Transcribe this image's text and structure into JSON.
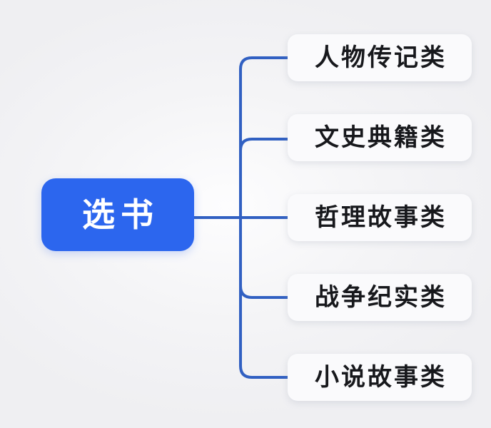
{
  "root": {
    "label": "选书"
  },
  "branches": [
    {
      "label": "人物传记类"
    },
    {
      "label": "文史典籍类"
    },
    {
      "label": "哲理故事类"
    },
    {
      "label": "战争纪实类"
    },
    {
      "label": "小说故事类"
    }
  ],
  "colors": {
    "root_bg": "#2c66ee",
    "root_text": "#ffffff",
    "branch_bg": "#fafafc",
    "branch_text": "#17181c",
    "connector": "#3160c2",
    "background": "#f3f3f5"
  }
}
